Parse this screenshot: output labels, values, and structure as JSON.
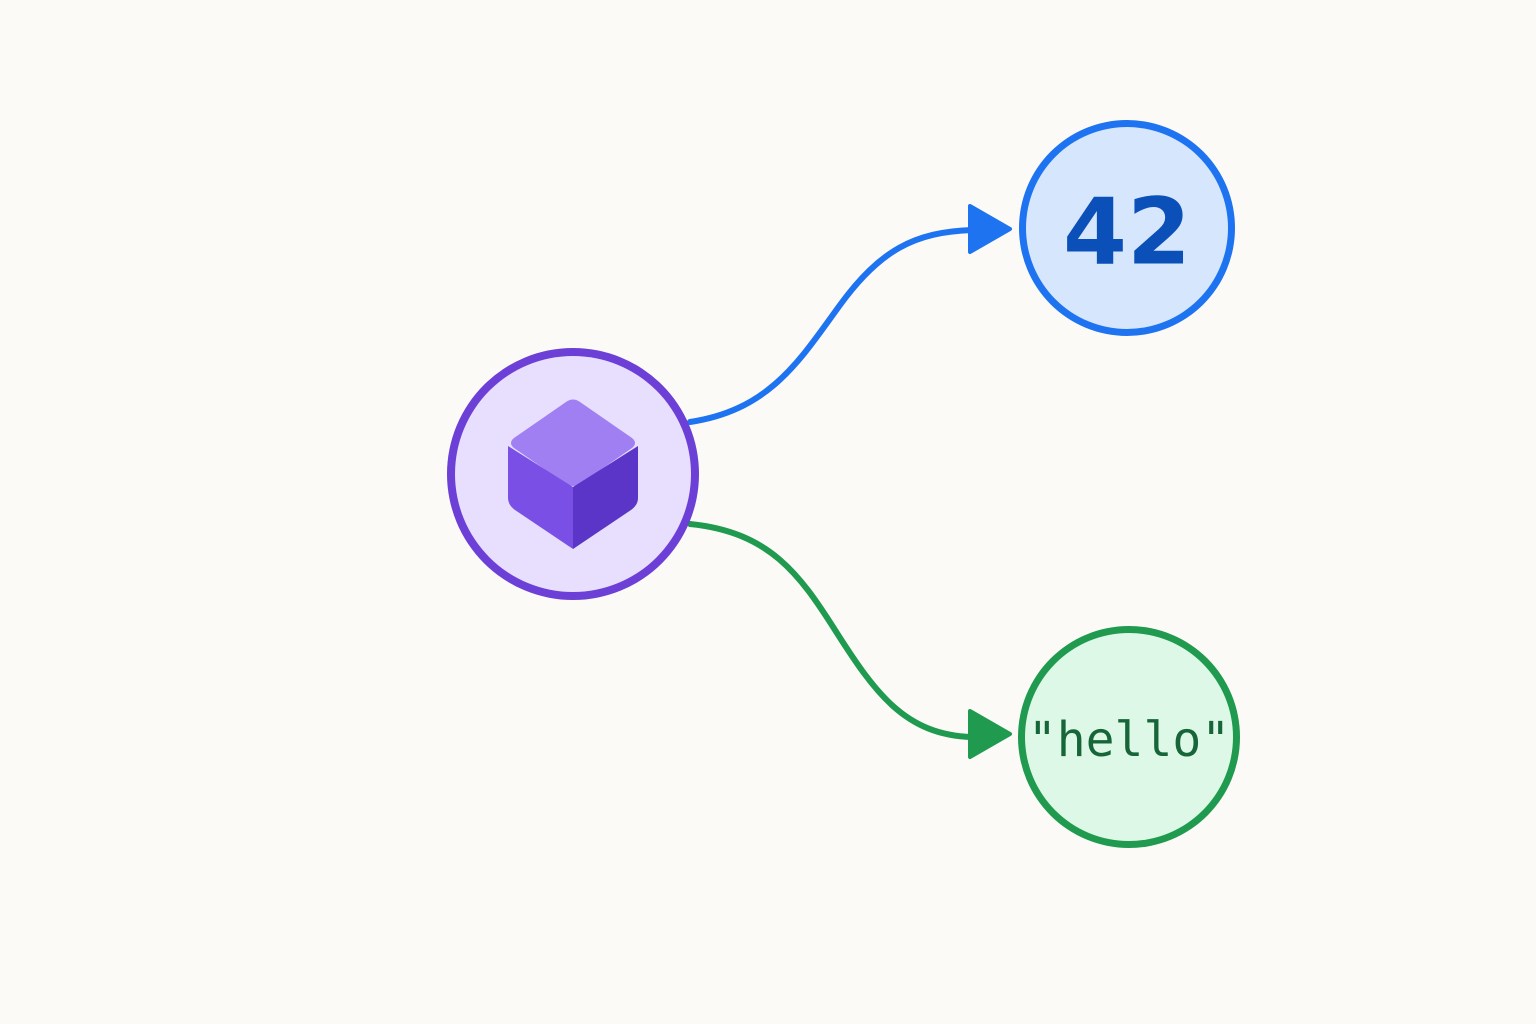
{
  "colors": {
    "background": "#fbfaf7",
    "source_stroke": "#6c3fd6",
    "source_fill": "#e8defd",
    "cube_top": "#a07ff2",
    "cube_left": "#7a4fe6",
    "cube_right": "#5a35c7",
    "number_stroke": "#1e73f0",
    "number_fill": "#d6e6fc",
    "number_text": "#0b4fb8",
    "string_stroke": "#1f9a4f",
    "string_fill": "#ddf8e6",
    "string_text": "#17663a"
  },
  "nodes": {
    "source": {
      "icon": "cube-icon"
    },
    "number": {
      "label": "42"
    },
    "string": {
      "label": "\"hello\""
    }
  },
  "edges": [
    {
      "from": "source",
      "to": "number",
      "color": "#1e73f0"
    },
    {
      "from": "source",
      "to": "string",
      "color": "#1f9a4f"
    }
  ]
}
